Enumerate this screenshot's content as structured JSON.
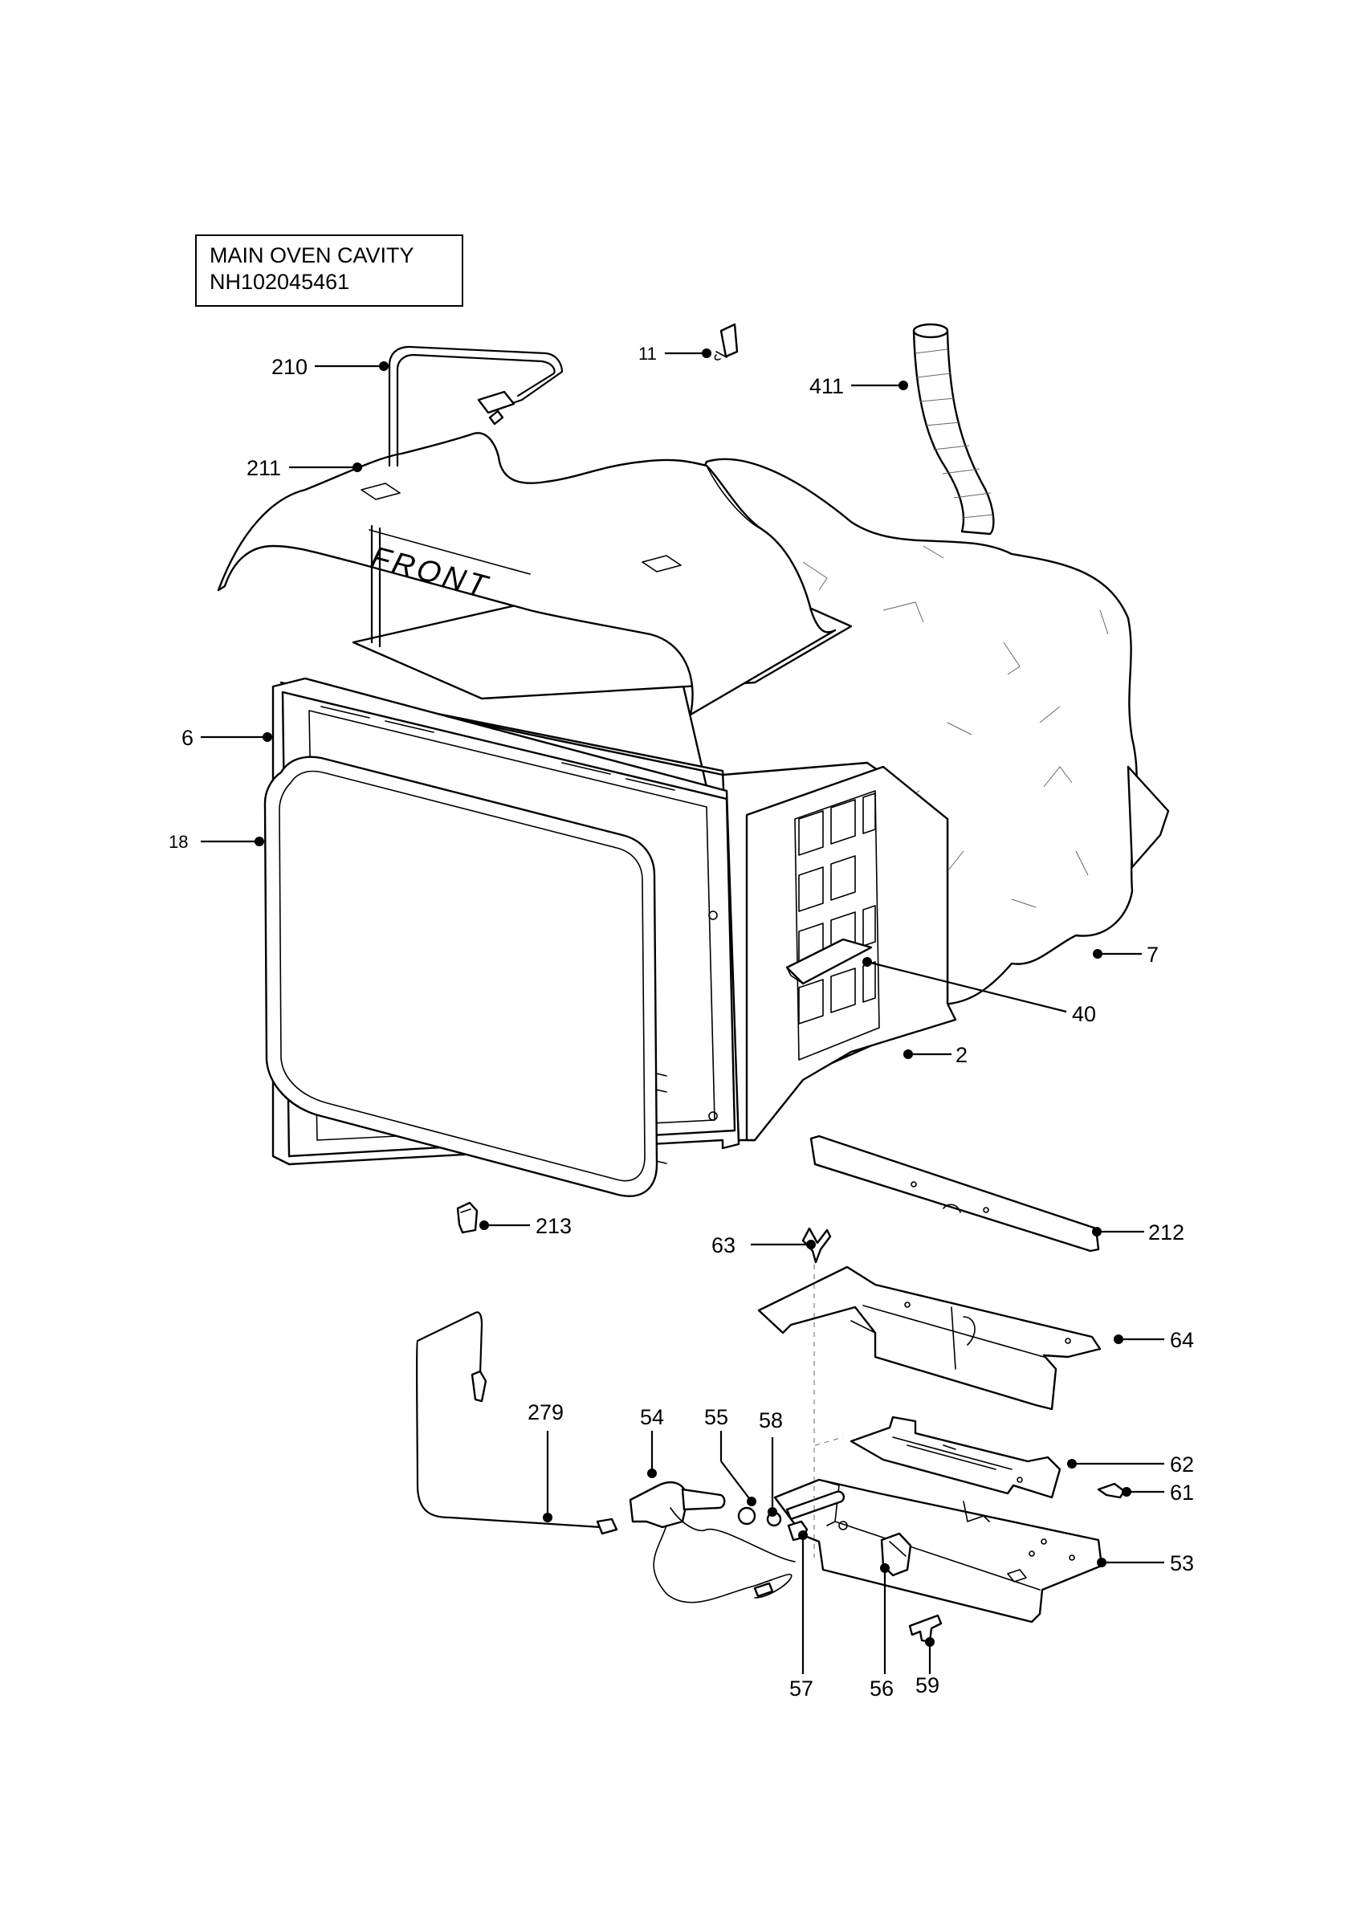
{
  "title": {
    "line1": "MAIN OVEN CAVITY",
    "line2": "NH102045461"
  },
  "front_text": "FRONT",
  "callouts": [
    {
      "id": "210",
      "label": "210"
    },
    {
      "id": "11",
      "label": "11"
    },
    {
      "id": "411",
      "label": "411"
    },
    {
      "id": "211",
      "label": "211"
    },
    {
      "id": "6",
      "label": "6"
    },
    {
      "id": "18",
      "label": "18"
    },
    {
      "id": "7",
      "label": "7"
    },
    {
      "id": "40",
      "label": "40"
    },
    {
      "id": "2",
      "label": "2"
    },
    {
      "id": "212",
      "label": "212"
    },
    {
      "id": "213",
      "label": "213"
    },
    {
      "id": "63",
      "label": "63"
    },
    {
      "id": "64",
      "label": "64"
    },
    {
      "id": "279",
      "label": "279"
    },
    {
      "id": "54",
      "label": "54"
    },
    {
      "id": "55",
      "label": "55"
    },
    {
      "id": "58",
      "label": "58"
    },
    {
      "id": "62",
      "label": "62"
    },
    {
      "id": "61",
      "label": "61"
    },
    {
      "id": "53",
      "label": "53"
    },
    {
      "id": "57",
      "label": "57"
    },
    {
      "id": "56",
      "label": "56"
    },
    {
      "id": "59",
      "label": "59"
    }
  ]
}
